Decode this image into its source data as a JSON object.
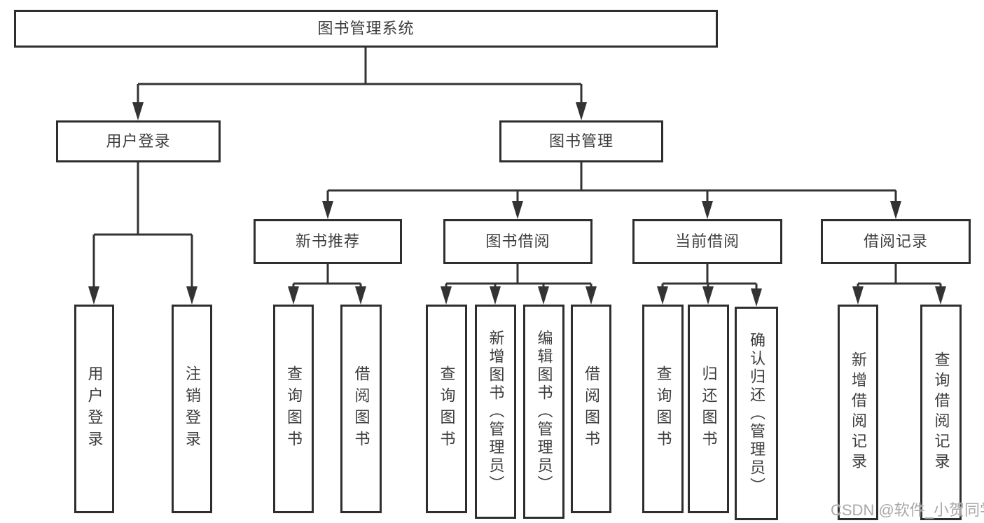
{
  "colors": {
    "line": "#333333",
    "box_border": "#2e2e2e",
    "text": "#3d3d3d",
    "watermark": "#a9a9a9",
    "background": "#ffffff"
  },
  "watermark": {
    "text": "CSDN @软件_小贺同学"
  },
  "tree": {
    "root": {
      "label": "图书管理系统"
    },
    "branches": [
      {
        "label": "用户登录",
        "children": [
          {
            "label": "用户登录"
          },
          {
            "label": "注销登录"
          }
        ]
      },
      {
        "label": "图书管理",
        "children": [
          {
            "label": "新书推荐",
            "children": [
              {
                "label": "查询图书"
              },
              {
                "label": "借阅图书"
              }
            ]
          },
          {
            "label": "图书借阅",
            "children": [
              {
                "label": "查询图书"
              },
              {
                "label": "新增图书（管理员）"
              },
              {
                "label": "编辑图书（管理员）"
              },
              {
                "label": "借阅图书"
              }
            ]
          },
          {
            "label": "当前借阅",
            "children": [
              {
                "label": "查询图书"
              },
              {
                "label": "归还图书"
              },
              {
                "label": "确认归还（管理员）"
              }
            ]
          },
          {
            "label": "借阅记录",
            "children": [
              {
                "label": "新增借阅记录"
              },
              {
                "label": "查询借阅记录"
              }
            ]
          }
        ]
      }
    ]
  }
}
